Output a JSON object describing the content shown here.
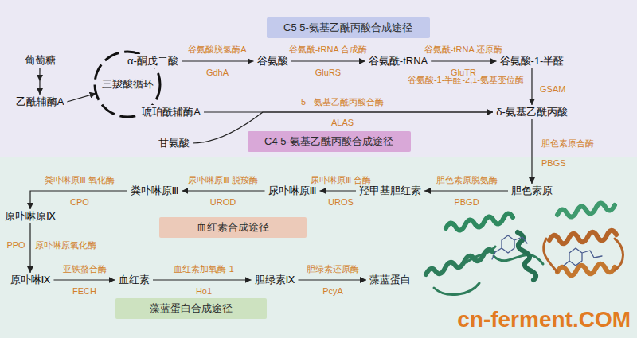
{
  "diagram": {
    "nodes": [
      {
        "text": [
          "C5 5-氨基乙酰丙酸合成途径"
        ]
      },
      {
        "text": [
          "葡萄糖"
        ]
      },
      {
        "text": [
          "三羧酸循环"
        ]
      },
      {
        "text": [
          "α-酮戊二酸"
        ]
      },
      {
        "text": [
          "谷氨酸"
        ]
      },
      {
        "text": [
          "谷氨酰-tRNA"
        ]
      },
      {
        "text": [
          "谷氨酸-1-半醛"
        ]
      },
      {
        "text": [
          "乙酰辅酶A"
        ]
      },
      {
        "text": [
          "琥珀酰辅酶A"
        ]
      },
      {
        "text": [
          "δ-氨基乙酰丙酸"
        ]
      },
      {
        "text": [
          "甘氨酸"
        ]
      },
      {
        "text": [
          "C4 5-氨基乙酰丙酸合成途径"
        ]
      },
      {
        "text": [
          "胆色素原"
        ]
      },
      {
        "text": [
          "羟甲基胆红素"
        ]
      },
      {
        "text": [
          "尿卟啉原Ⅲ"
        ]
      },
      {
        "text": [
          "粪卟啉原Ⅲ"
        ]
      },
      {
        "text": [
          "原卟啉原Ⅸ"
        ]
      },
      {
        "text": [
          "血红素合成途径"
        ]
      },
      {
        "text": [
          "原卟啉Ⅸ"
        ]
      },
      {
        "text": [
          "血红素"
        ]
      },
      {
        "text": [
          "胆绿素Ⅸ"
        ]
      },
      {
        "text": [
          "藻蓝蛋白"
        ]
      },
      {
        "text": [
          "藻蓝蛋白合成途径"
        ]
      }
    ],
    "edges": [
      {
        "from": 1,
        "to": 7,
        "arrow": "to"
      },
      {
        "from": 7,
        "to": 2,
        "arrow": "to"
      },
      {
        "from": 3,
        "to": 4,
        "label": "谷氨酸脱氢酶A",
        "arrow": "to"
      },
      {
        "from": 4,
        "to": 5,
        "label": "谷氨酰-tRNA 合成酶",
        "arrow": "to"
      },
      {
        "from": 5,
        "to": 6,
        "label": "谷氨酰-tRNA 还原酶",
        "arrow": "to"
      },
      {
        "from": 6,
        "to": 9,
        "label": "谷氨酸-1-半醛-2,1-氨基变位酶",
        "arrow": "to"
      },
      {
        "from": 8,
        "to": 9,
        "label": "5 - 氨基乙酰丙酸合酶",
        "arrow": "to"
      },
      {
        "from": 10,
        "to": 9,
        "arrow": "to"
      },
      {
        "from": 9,
        "to": 12,
        "label": "胆色素原合酶",
        "arrow": "to"
      },
      {
        "from": 12,
        "to": 13,
        "label": "胆色素原脱氨酶",
        "arrow": "to"
      },
      {
        "from": 13,
        "to": 14,
        "label": "尿卟啉原Ⅲ 合酶",
        "arrow": "to"
      },
      {
        "from": 14,
        "to": 15,
        "label": "尿卟啉原Ⅲ 脱羧酶",
        "arrow": "to"
      },
      {
        "from": 15,
        "to": 16,
        "label": "粪卟啉原Ⅲ 氧化酶",
        "arrow": "to"
      },
      {
        "from": 16,
        "to": 18,
        "label": "原卟啉原氧化酶",
        "arrow": "to"
      },
      {
        "from": 18,
        "to": 19,
        "label": "亚铁螯合酶",
        "arrow": "to"
      },
      {
        "from": 19,
        "to": 20,
        "label": "血红素加氧酶-1",
        "arrow": "to"
      },
      {
        "from": 20,
        "to": 21,
        "label": "胆绿素还原酶",
        "arrow": "to"
      }
    ],
    "labels": [
      "GdhA",
      "GluRS",
      "GluTR",
      "GSAM",
      "ALAS",
      "PBGS",
      "PBGD",
      "UROS",
      "UROD",
      "CPO",
      "PPO",
      "FECH",
      "Ho1",
      "PcyA",
      "cn-ferment.COM"
    ]
  }
}
